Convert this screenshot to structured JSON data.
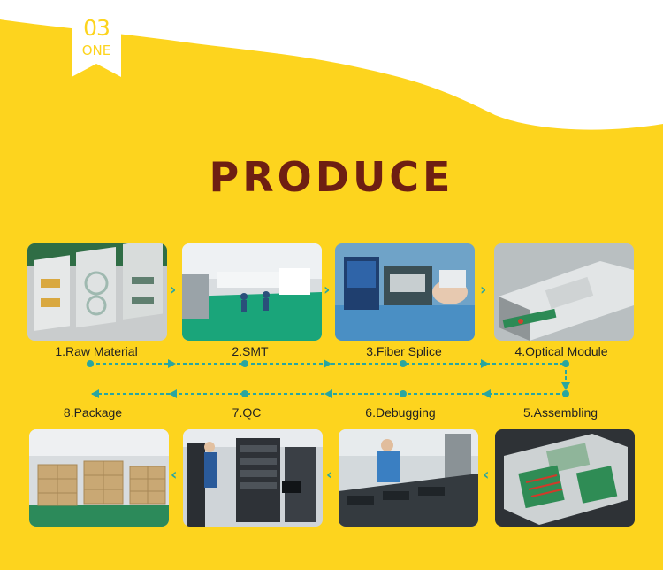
{
  "badge": {
    "number": "03",
    "word": "ONE"
  },
  "title": "PRODUCE",
  "steps_top": [
    {
      "label": "1.Raw Material"
    },
    {
      "label": "2.SMT"
    },
    {
      "label": "3.Fiber Splice"
    },
    {
      "label": "4.Optical Module"
    }
  ],
  "steps_bottom": [
    {
      "label": "8.Package"
    },
    {
      "label": "7.QC"
    },
    {
      "label": "6.Debugging"
    },
    {
      "label": "5.Assembling"
    }
  ],
  "arrows": {
    "forward": "›",
    "back": "‹"
  },
  "colors": {
    "background": "#fdd41e",
    "title": "#6e1f12",
    "flow": "#2aa6a0"
  }
}
